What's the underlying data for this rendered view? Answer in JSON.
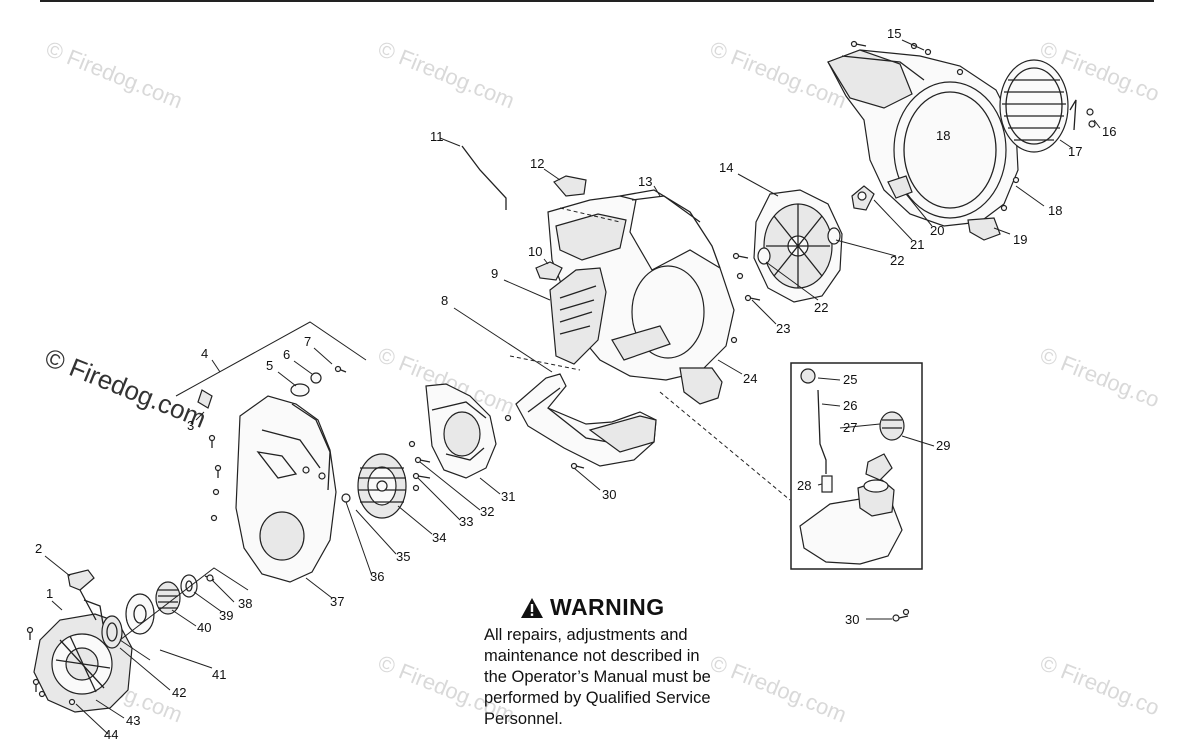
{
  "watermarks": [
    {
      "text": "© Firedog.com"
    },
    {
      "text": "© Firedog.com"
    },
    {
      "text": "© Firedog.com"
    },
    {
      "text": "© Firedog.co"
    },
    {
      "text": "© Firedog.com",
      "style": "dark"
    },
    {
      "text": "© Firedog.com"
    },
    {
      "text": "© Firedog.co"
    },
    {
      "text": "© Firedog.com"
    },
    {
      "text": "© Firedog.com"
    },
    {
      "text": "© Firedog.com"
    },
    {
      "text": "© Firedog.co"
    }
  ],
  "callouts": [
    "1",
    "2",
    "3",
    "4",
    "5",
    "6",
    "7",
    "8",
    "9",
    "10",
    "11",
    "12",
    "13",
    "14",
    "15",
    "16",
    "17",
    "18",
    "18",
    "19",
    "20",
    "21",
    "22",
    "22",
    "23",
    "24",
    "25",
    "26",
    "27",
    "28",
    "29",
    "30",
    "30",
    "31",
    "32",
    "33",
    "34",
    "35",
    "36",
    "37",
    "38",
    "39",
    "40",
    "41",
    "42",
    "43",
    "44"
  ],
  "warning": {
    "title": "WARNING",
    "icon": "warning-triangle-icon",
    "lines": [
      "All repairs, adjustments and",
      "maintenance not described in",
      "the Operator’s Manual must be",
      "performed by Qualified Service",
      "Personnel."
    ]
  }
}
